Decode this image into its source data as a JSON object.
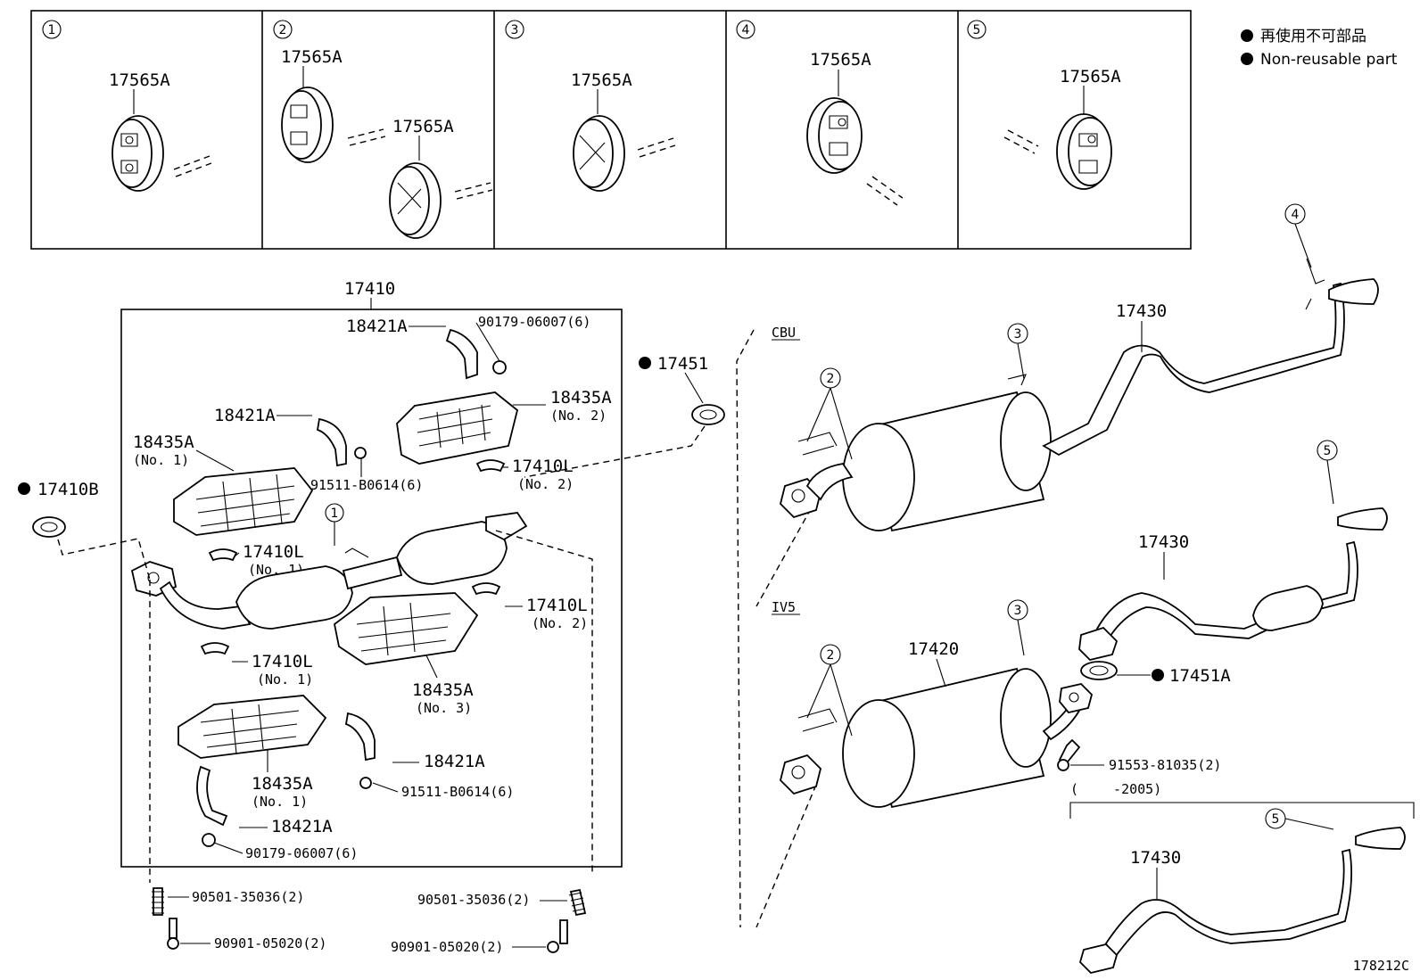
{
  "legend": {
    "line_jp": "再使用不可部品",
    "line_en": "Non-reusable part"
  },
  "panels": [
    {
      "num": "1",
      "labels": [
        "17565A"
      ]
    },
    {
      "num": "2",
      "labels": [
        "17565A",
        "17565A"
      ]
    },
    {
      "num": "3",
      "labels": [
        "17565A"
      ]
    },
    {
      "num": "4",
      "labels": [
        "17565A"
      ]
    },
    {
      "num": "5",
      "labels": [
        "17565A"
      ]
    }
  ],
  "main_assembly": {
    "label": "17410",
    "parts": [
      {
        "id": "p18421a_top",
        "text": "18421A"
      },
      {
        "id": "p90179_top",
        "text": "90179-06007(6)"
      },
      {
        "id": "p18435a_no2",
        "text": "18435A",
        "sub": "(No. 2)"
      },
      {
        "id": "p18421a_mid",
        "text": "18421A"
      },
      {
        "id": "p18435a_no1_top",
        "text": "18435A",
        "sub": "(No. 1)"
      },
      {
        "id": "p91511_top",
        "text": "91511-B0614(6)"
      },
      {
        "id": "p17410l_no2_top",
        "text": "17410L",
        "sub": "(No. 2)"
      },
      {
        "id": "p17410l_no1_top",
        "text": "17410L",
        "sub": "(No. 1)"
      },
      {
        "id": "p17410l_no2_bot",
        "text": "17410L",
        "sub": "(No. 2)"
      },
      {
        "id": "p17410l_no1_bot",
        "text": "17410L",
        "sub": "(No. 1)"
      },
      {
        "id": "p18435a_no3",
        "text": "18435A",
        "sub": "(No. 3)"
      },
      {
        "id": "p18435a_no1_bot",
        "text": "18435A",
        "sub": "(No. 1)"
      },
      {
        "id": "p18421a_low",
        "text": "18421A"
      },
      {
        "id": "p91511_bot",
        "text": "91511-B0614(6)"
      },
      {
        "id": "p18421a_bot",
        "text": "18421A"
      },
      {
        "id": "p90179_bot",
        "text": "90179-06007(6)"
      }
    ],
    "ref_circle": "1"
  },
  "outside_parts": {
    "p17410b": "17410B",
    "p17451": "17451",
    "p90501_l": "90501-35036(2)",
    "p90901_l": "90901-05020(2)",
    "p90501_r": "90501-35036(2)",
    "p90901_r": "90901-05020(2)"
  },
  "right_section": {
    "cbu_label": "CBU",
    "iv5_label": "IV5",
    "p17430_a": "17430",
    "p17430_b": "17430",
    "p17430_c": "17430",
    "p17420": "17420",
    "p17451a": "17451A",
    "p91553": "91553-81035(2)",
    "date_range": "(　　 -2005)",
    "refs": {
      "r2a": "2",
      "r3a": "3",
      "r4": "4",
      "r5a": "5",
      "r2b": "2",
      "r3b": "3",
      "r5b": "5"
    }
  },
  "figure_code": "178212C"
}
